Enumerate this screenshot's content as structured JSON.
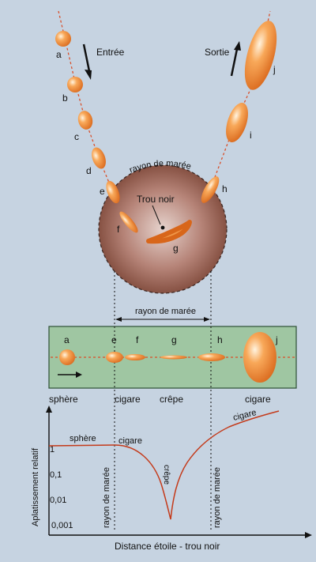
{
  "labels": {
    "entree": "Entrée",
    "sortie": "Sortie",
    "rayon_arc": "rayon de marée",
    "trou_noir": "Trou noir",
    "rayon_mid": "rayon de marée",
    "rayon_left_vert": "rayon de marée",
    "rayon_right_vert": "rayon de marée"
  },
  "stages": {
    "a": "a",
    "b": "b",
    "c": "c",
    "d": "d",
    "e": "e",
    "f": "f",
    "g": "g",
    "h": "h",
    "i": "i",
    "j": "j"
  },
  "strip": {
    "a": "a",
    "e": "e",
    "f": "f",
    "g": "g",
    "h": "h",
    "j": "j"
  },
  "shapes": {
    "sphere": "sphère",
    "cigare_e": "cigare",
    "crepe": "crêpe",
    "cigare_j": "cigare"
  },
  "chart_data": {
    "type": "line",
    "ylabel": "Aplatissement relatif",
    "xlabel": "Distance étoile - trou noir",
    "y_ticks": [
      "1",
      "0,1",
      "0,01",
      "0,001"
    ],
    "curve_labels": {
      "sphere": "sphère",
      "cigare_left": "cigare",
      "crepe": "crêpe",
      "cigare_right": "cigare"
    }
  },
  "colors": {
    "background": "#c6d3e1",
    "star": "#f08a2e",
    "curve": "#c43a1a",
    "strip": "#9fc6a2",
    "halo": "#8a4f3f"
  }
}
